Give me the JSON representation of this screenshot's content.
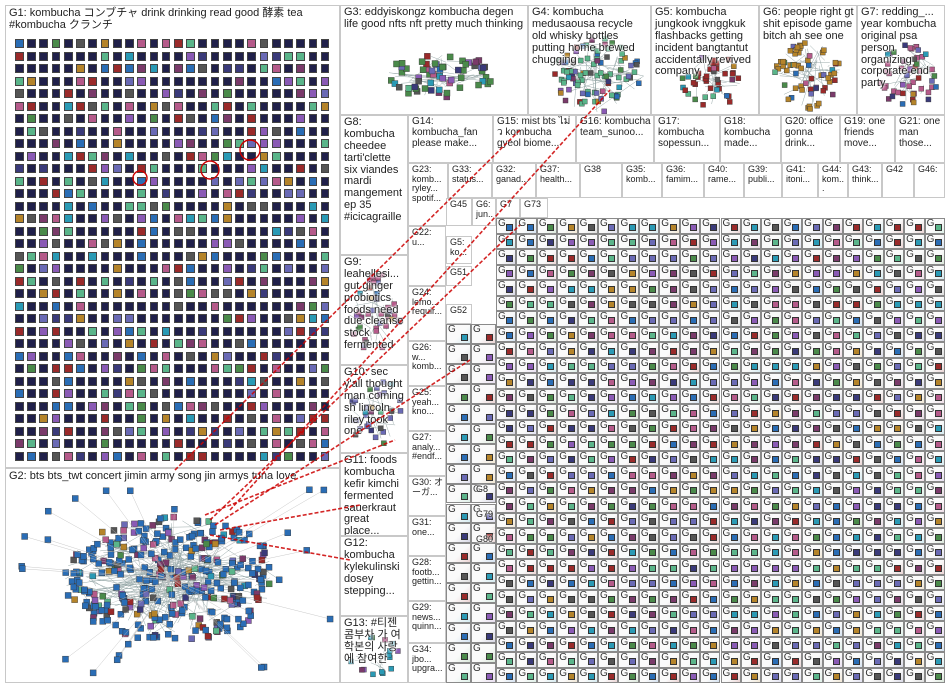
{
  "groups": {
    "g1": "G1: kombucha コンブチャ drink drinking read good 酵素 tea #kombucha クランチ",
    "g2": "G2: bts bts_twt concert jimin army song jin armys tuna love",
    "g3": "G3: eddyiskongz kombucha degen life good nfts nft pretty much thinking",
    "g4": "G4: kombucha medusaousa recycle old whisky bottles putting home brewed chugging",
    "g5": "G5: kombucha jungkook ivnggkuk flashbacks getting incident bangtantut accidentally revived company",
    "g6": "G6: people right gt shit episode game bitch ah see one",
    "g7": "G7: redding_... year kombucha original psa person organizing corporate end party",
    "g8": "G8: kombucha cheedee tarti'clette six viandes mardi mangement ep 35 #icicagraille",
    "g9": "G9: leahellesi... gut ginger probiotics foods need due cleanse stock fermented",
    "g10": "G10: sec y'all thought man coming sh lincoln riley took one",
    "g11": "G11: foods kombucha kefir kimchi fermented sauerkraut great place...",
    "g12": "G12: kombucha kylekulinski dosey stepping...",
    "g13": "G13: #티젠 콤부차 가 여 학본의 사랑 에 참여한",
    "g14": "G14: kombucha_fan please make...",
    "g15": "G15: mist bts ไม่ ว kombucha gyeol biome...",
    "g16": "G16: kombucha team_sunoo...",
    "g17": "G17: kombucha sopessun...",
    "g18": "G18: kombucha made...",
    "g20": "G20: office gonna drink...",
    "g19": "G19: one friends move...",
    "g21": "G21: one man those...",
    "g23": "G23: komb... ryley... spotif...",
    "g33": "G33: status...",
    "g32": "G32: ganad...",
    "g37": "G37: health...",
    "g38": "G38",
    "g35": "G35: komb...",
    "g36": "G36: famim...",
    "g40": "G40: rame...",
    "g39": "G39: publi...",
    "g41": "G41: itoni...",
    "g44": "G44: kom...",
    "g43": "G43: think...",
    "g42": "G42",
    "g46": "G46:",
    "g22": "G22: u...",
    "g24": "G24: lemo... requir...",
    "g26": "G26: w... komb...",
    "g25": "G25: yeah... kno...",
    "g27": "G27: analy... #endf...",
    "g30": "G30: オーガ...",
    "g31": "G31: one...",
    "g28": "G28: footb... gettin...",
    "g29": "G29: news... quinn...",
    "g34": "G34: jbo... upgra...",
    "g45": "G45",
    "g6x": "G6: jun...",
    "g5x": "G5: ko...",
    "g51": "G51",
    "g52": "G52",
    "g7x": "G7",
    "g73": "G73",
    "g79": "G79",
    "g80": "G80",
    "g8x": "G8",
    "gshort": "G"
  },
  "colors": {
    "border": "#c8c8c8",
    "edge_red": "#cc0000",
    "g2_cluster": "#2a6db5",
    "g1_tile": "#3a3a7a"
  },
  "icons": [
    "vertex-tile-icon",
    "edge-link-icon"
  ]
}
